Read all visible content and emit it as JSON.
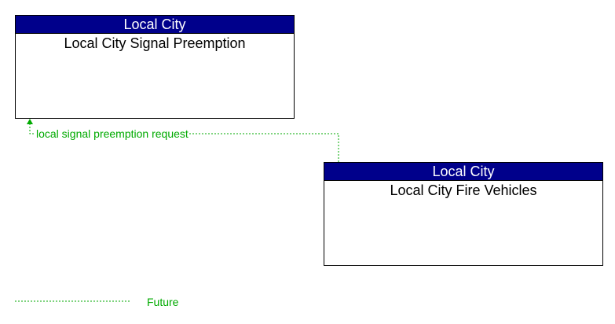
{
  "colors": {
    "header_bg": "#00008b",
    "header_text": "#ffffff",
    "future_flow": "#00aa00"
  },
  "nodes": [
    {
      "owner": "Local City",
      "title": "Local City Signal Preemption"
    },
    {
      "owner": "Local City",
      "title": "Local City Fire Vehicles"
    }
  ],
  "flows": [
    {
      "label": "local signal preemption request",
      "status": "Future"
    }
  ],
  "legend": {
    "future_label": "Future"
  }
}
